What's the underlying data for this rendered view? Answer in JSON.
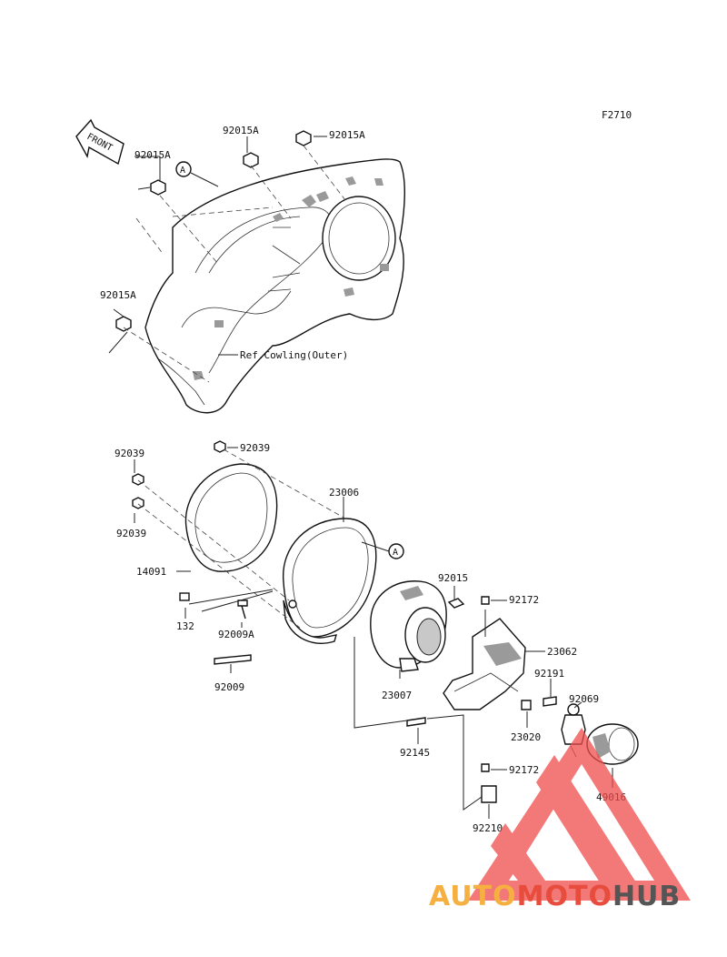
{
  "figure_code": "F2710",
  "front_label": "FRONT",
  "callout_a": "A",
  "ref_label": "Ref.Cowling(Outer)",
  "parts": [
    {
      "id": "p-92015a-1",
      "label": "92015A"
    },
    {
      "id": "p-92015a-2",
      "label": "92015A"
    },
    {
      "id": "p-92015a-3",
      "label": "92015A"
    },
    {
      "id": "p-92015a-4",
      "label": "92015A"
    },
    {
      "id": "p-92039-1",
      "label": "92039"
    },
    {
      "id": "p-92039-2",
      "label": "92039"
    },
    {
      "id": "p-92039-3",
      "label": "92039"
    },
    {
      "id": "p-23006",
      "label": "23006"
    },
    {
      "id": "p-14091",
      "label": "14091"
    },
    {
      "id": "p-132",
      "label": "132"
    },
    {
      "id": "p-92009a",
      "label": "92009A"
    },
    {
      "id": "p-92009",
      "label": "92009"
    },
    {
      "id": "p-92015",
      "label": "92015"
    },
    {
      "id": "p-92172-1",
      "label": "92172"
    },
    {
      "id": "p-23062",
      "label": "23062"
    },
    {
      "id": "p-23007",
      "label": "23007"
    },
    {
      "id": "p-92191",
      "label": "92191"
    },
    {
      "id": "p-92069",
      "label": "92069"
    },
    {
      "id": "p-23020",
      "label": "23020"
    },
    {
      "id": "p-92145",
      "label": "92145"
    },
    {
      "id": "p-92172-2",
      "label": "92172"
    },
    {
      "id": "p-49016",
      "label": "49016"
    },
    {
      "id": "p-92210",
      "label": "92210"
    }
  ],
  "watermark": {
    "part1": "AUTO",
    "part2": "MOTO",
    "part3": "HUB",
    "color1": "#f5b041",
    "color2": "#e74c3c",
    "color3": "#555555",
    "logo_color": "#ef4b4b"
  }
}
